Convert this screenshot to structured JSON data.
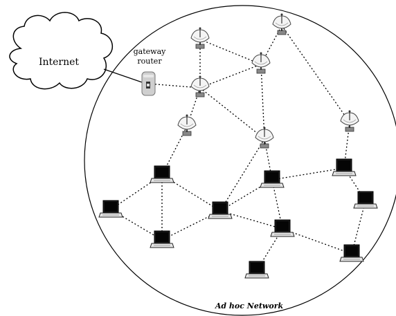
{
  "labels": {
    "internet": "Internet",
    "gateway_line1": "gateway",
    "gateway_line2": "router",
    "network": "Ad hoc Network"
  },
  "nodes": [
    {
      "id": "s1",
      "kind": "antenna"
    },
    {
      "id": "s2",
      "kind": "antenna"
    },
    {
      "id": "s3",
      "kind": "antenna"
    },
    {
      "id": "s4",
      "kind": "antenna"
    },
    {
      "id": "s5",
      "kind": "antenna"
    },
    {
      "id": "s6",
      "kind": "antenna"
    },
    {
      "id": "s7",
      "kind": "antenna"
    },
    {
      "id": "l1",
      "kind": "laptop"
    },
    {
      "id": "l2",
      "kind": "laptop"
    },
    {
      "id": "l3",
      "kind": "laptop"
    },
    {
      "id": "l4",
      "kind": "laptop"
    },
    {
      "id": "l5",
      "kind": "laptop"
    },
    {
      "id": "l6",
      "kind": "laptop"
    },
    {
      "id": "l7",
      "kind": "laptop"
    },
    {
      "id": "l8",
      "kind": "laptop"
    },
    {
      "id": "l9",
      "kind": "laptop"
    },
    {
      "id": "l10",
      "kind": "laptop"
    }
  ],
  "links": [
    [
      "gw",
      "s3"
    ],
    [
      "s2",
      "s4"
    ],
    [
      "s3",
      "s4"
    ],
    [
      "s4",
      "s1"
    ],
    [
      "s1",
      "s7"
    ],
    [
      "s3",
      "s2"
    ],
    [
      "s3",
      "s5"
    ],
    [
      "s3",
      "s6"
    ],
    [
      "s4",
      "s6"
    ],
    [
      "s5",
      "l1"
    ],
    [
      "s6",
      "l3"
    ],
    [
      "s6",
      "l4"
    ],
    [
      "l1",
      "l2"
    ],
    [
      "l1",
      "l3"
    ],
    [
      "l1",
      "l5"
    ],
    [
      "l2",
      "l5"
    ],
    [
      "l5",
      "l3"
    ],
    [
      "l3",
      "l4"
    ],
    [
      "l3",
      "l6"
    ],
    [
      "l4",
      "l6"
    ],
    [
      "l4",
      "l7"
    ],
    [
      "l6",
      "l8"
    ],
    [
      "l6",
      "l9"
    ],
    [
      "l7",
      "l10"
    ],
    [
      "l10",
      "l9"
    ],
    [
      "s7",
      "l7"
    ]
  ]
}
